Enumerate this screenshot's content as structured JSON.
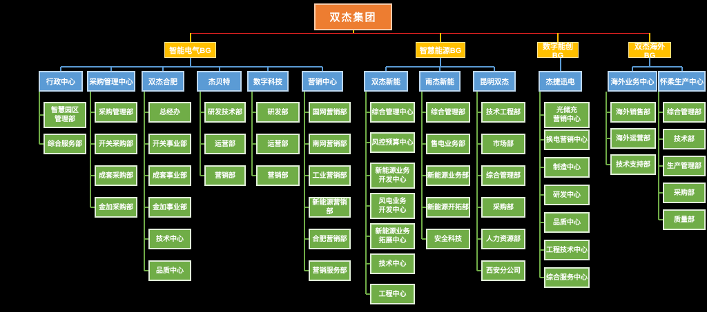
{
  "org": {
    "root": {
      "label": "双杰集团"
    },
    "business_groups": [
      {
        "label": "智能电气BG",
        "divisions": [
          {
            "label": "行政中心",
            "departments": [
              "智慧园区\n管理部",
              "综合服务部"
            ]
          },
          {
            "label": "采购管理中心",
            "departments": [
              "采购管理部",
              "开关采购部",
              "成套采购部",
              "金加采购部"
            ]
          },
          {
            "label": "双杰合肥",
            "departments": [
              "总经办",
              "开关事业部",
              "成套事业部",
              "金加事业部",
              "技术中心",
              "品质中心"
            ]
          },
          {
            "label": "杰贝特",
            "departments": [
              "研发技术部",
              "运营部",
              "营销部"
            ]
          },
          {
            "label": "数字科技",
            "departments": [
              "研发部",
              "运营部",
              "营销部"
            ]
          },
          {
            "label": "营销中心",
            "departments": [
              "国网营销部",
              "南网营销部",
              "工业营销部",
              "新能源营销部",
              "合肥营销部",
              "营销服务部"
            ]
          }
        ]
      },
      {
        "label": "智慧能源BG",
        "divisions": [
          {
            "label": "双杰新能",
            "departments": [
              "综合管理中心",
              "风控预算中心",
              "新能源业务\n开发中心",
              "风电业务\n开发中心",
              "新能源业务\n拓展中心",
              "技术中心",
              "工程中心"
            ]
          },
          {
            "label": "南杰新能",
            "departments": [
              "综合管理部",
              "售电业务部",
              "新能源业务部",
              "新能源开拓部",
              "安全科技"
            ]
          },
          {
            "label": "昆明双杰",
            "departments": [
              "技术工程部",
              "市场部",
              "综合管理部",
              "采购部",
              "人力资源部",
              "西安分公司"
            ]
          }
        ]
      },
      {
        "label": "数字能创BG",
        "divisions": [
          {
            "label": "杰捷迅电",
            "departments": [
              "光储充\n营销中心",
              "换电营销中心",
              "制造中心",
              "研发中心",
              "品质中心",
              "工程技术中心",
              "综合服务中心"
            ]
          }
        ]
      },
      {
        "label": "双杰海外BG",
        "divisions": [
          {
            "label": "海外业务中心",
            "departments": [
              "海外销售部",
              "海外运营部",
              "技术支持部"
            ]
          },
          {
            "label": "怀柔生产中心",
            "departments": [
              "综合管理部",
              "技术部",
              "生产管理部",
              "采购部",
              "质量部"
            ]
          }
        ]
      }
    ]
  },
  "colors": {
    "root_fill": "#ED7D31",
    "business_group_fill": "#FFC000",
    "division_fill": "#5B9BD5",
    "department_fill": "#70AD47",
    "root_connector": "#FFC000",
    "top_rail_connector": "#E02020",
    "division_connector": "#5B9BD5",
    "department_connector": "#70AD47",
    "background": "#000000"
  }
}
